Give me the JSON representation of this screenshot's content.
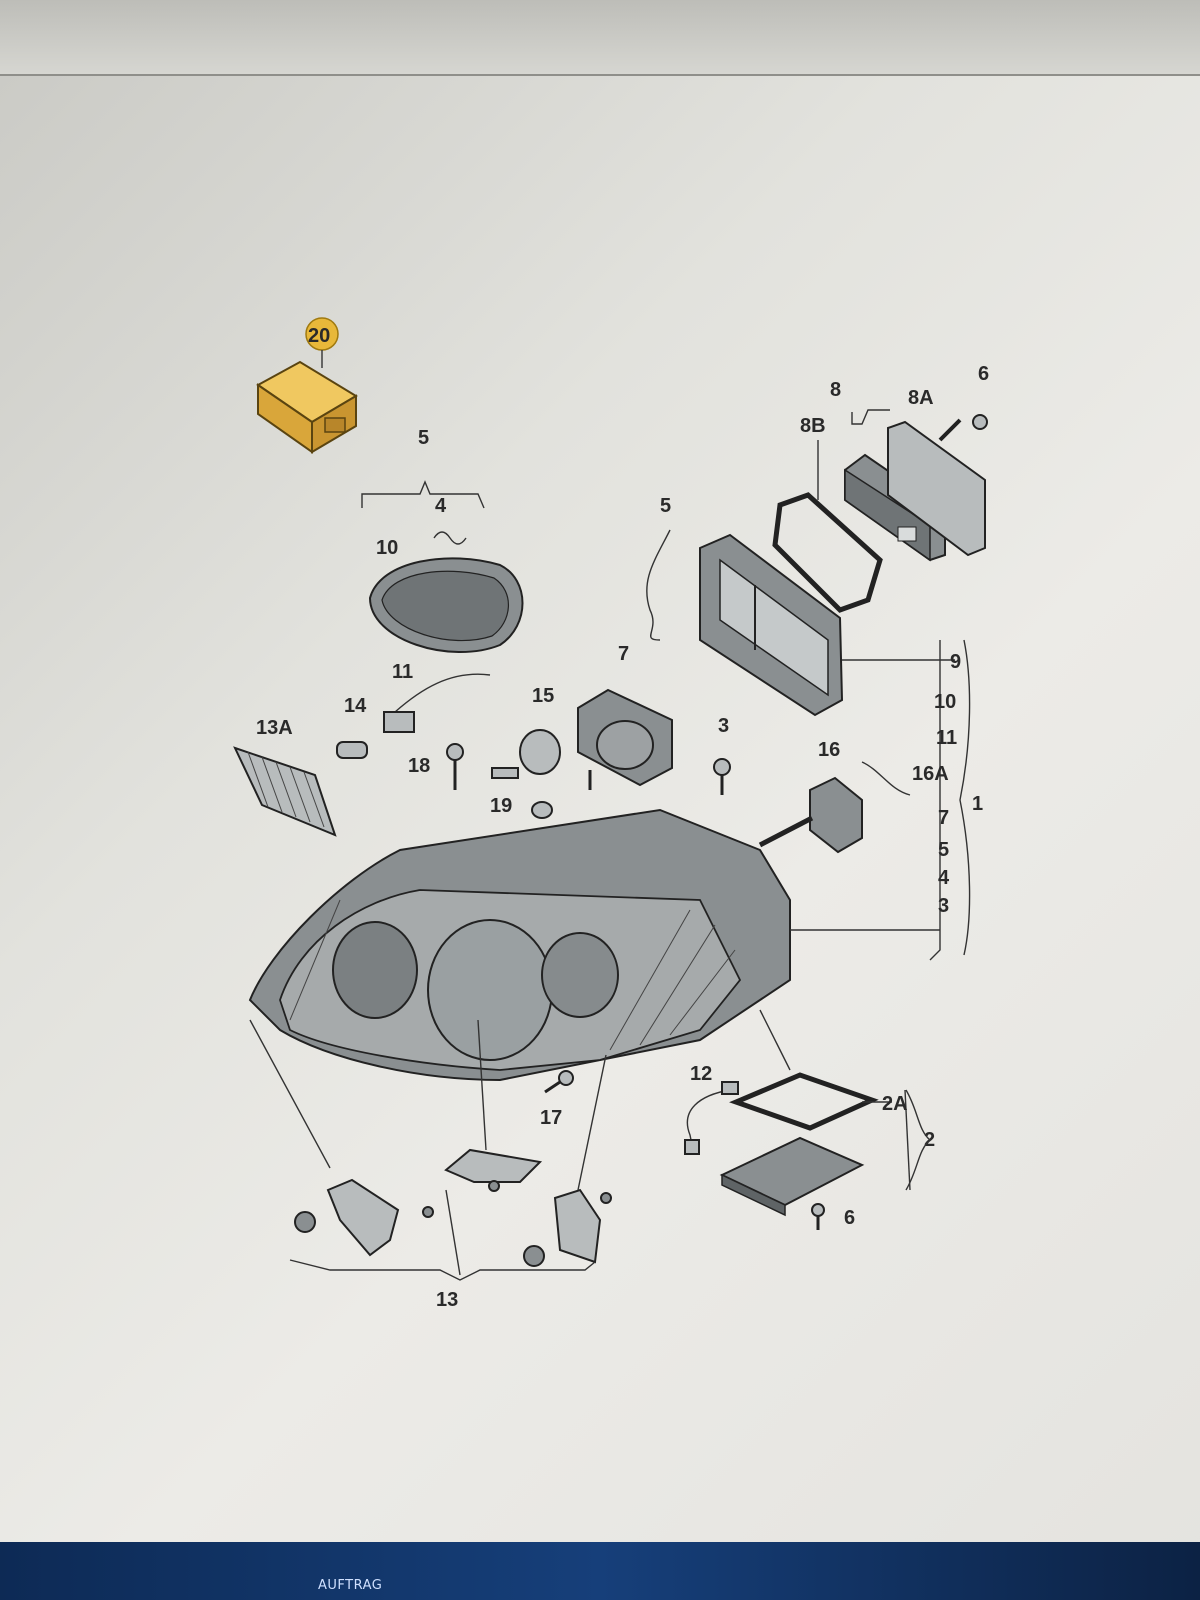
{
  "footer": {
    "tab_label": "AUFTRAG"
  },
  "colors": {
    "highlight": "#e8b83a",
    "part_fill": "#8a8f91",
    "line": "#222222"
  },
  "labels": {
    "l20": "20",
    "l5a": "5",
    "l4": "4",
    "l10": "10",
    "l11": "11",
    "l14": "14",
    "l13a": "13A",
    "l18": "18",
    "l15": "15",
    "l19": "19",
    "l7": "7",
    "l5b": "5",
    "l3": "3",
    "l16": "16",
    "l16a": "16A",
    "l8": "8",
    "l8a": "8A",
    "l8b": "8B",
    "l6a": "6",
    "l9": "9",
    "g10": "10",
    "g11": "11",
    "g7": "7",
    "g5": "5",
    "g4": "4",
    "g3": "3",
    "g1": "1",
    "l12": "12",
    "l2a": "2A",
    "l2": "2",
    "l6b": "6",
    "l17": "17",
    "l13": "13"
  }
}
